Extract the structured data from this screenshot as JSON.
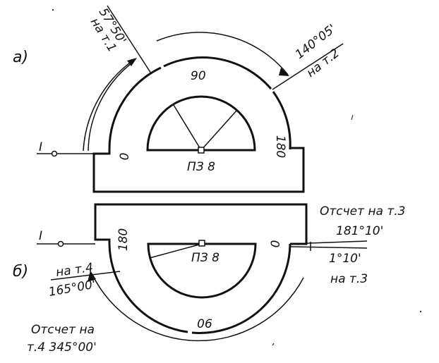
{
  "panel_a": {
    "tag": "а)",
    "station": "I",
    "scale": {
      "zero": "0",
      "ninety": "90",
      "one_eighty": "180"
    },
    "center": "ПЗ 8",
    "reading1_value": "57°50'",
    "reading1_point": "на т.1",
    "reading2_value": "140°05'",
    "reading2_point": "на т.2"
  },
  "panel_b": {
    "tag": "б)",
    "station": "I",
    "scale": {
      "one_eighty": "180",
      "zero": "0",
      "ninety": "06"
    },
    "center": "ПЗ 8",
    "reading3_title": "Отсчет на т.3",
    "reading3_value": "181°10'",
    "reading3_small": "1°10'",
    "reading3_point": "на т.3",
    "reading4_point": "на т.4",
    "reading4_value": "165°00'",
    "reading4_title": "Отсчет на",
    "reading4_full": "т.4  345°00'"
  }
}
